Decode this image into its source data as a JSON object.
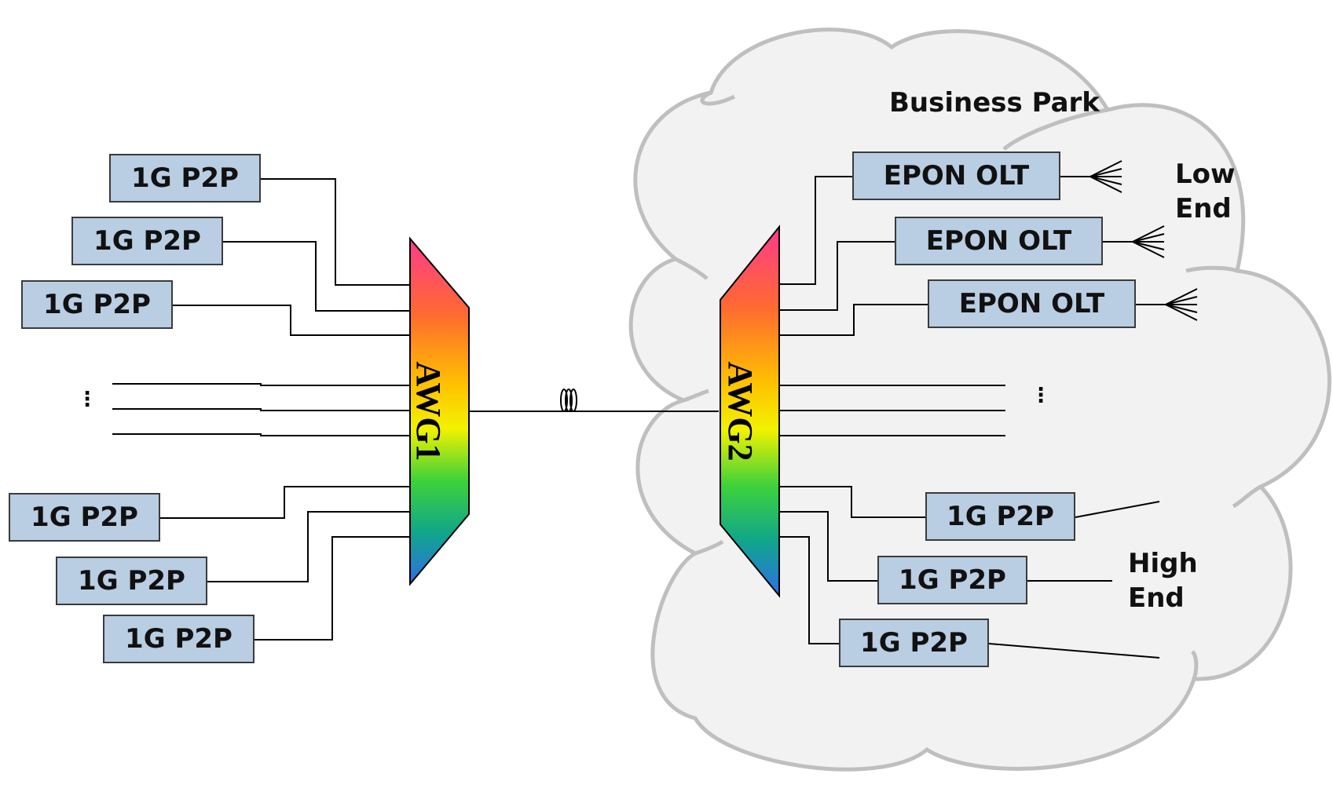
{
  "left_p2p": [
    "1G P2P",
    "1G P2P",
    "1G P2P",
    "1G P2P",
    "1G P2P",
    "1G P2P"
  ],
  "awg1_label": "AWG1",
  "awg2_label": "AWG2",
  "cloud_title": "Business Park",
  "epon_olts": [
    "EPON OLT",
    "EPON OLT",
    "EPON OLT"
  ],
  "low_end": [
    "Low",
    "End"
  ],
  "right_p2p": [
    "1G P2P",
    "1G P2P",
    "1G P2P"
  ],
  "high_end": [
    "High",
    "End"
  ],
  "ellipsis": "⋮",
  "colors": {
    "box_fill": "#b9cde3",
    "cloud_fill": "#f2f2f2",
    "cloud_stroke": "#bfbfbf",
    "awg_gradient": [
      "#ff3a8c",
      "#ff7a2a",
      "#ffe000",
      "#3fd23a",
      "#10a68a",
      "#2e6ee6"
    ]
  }
}
